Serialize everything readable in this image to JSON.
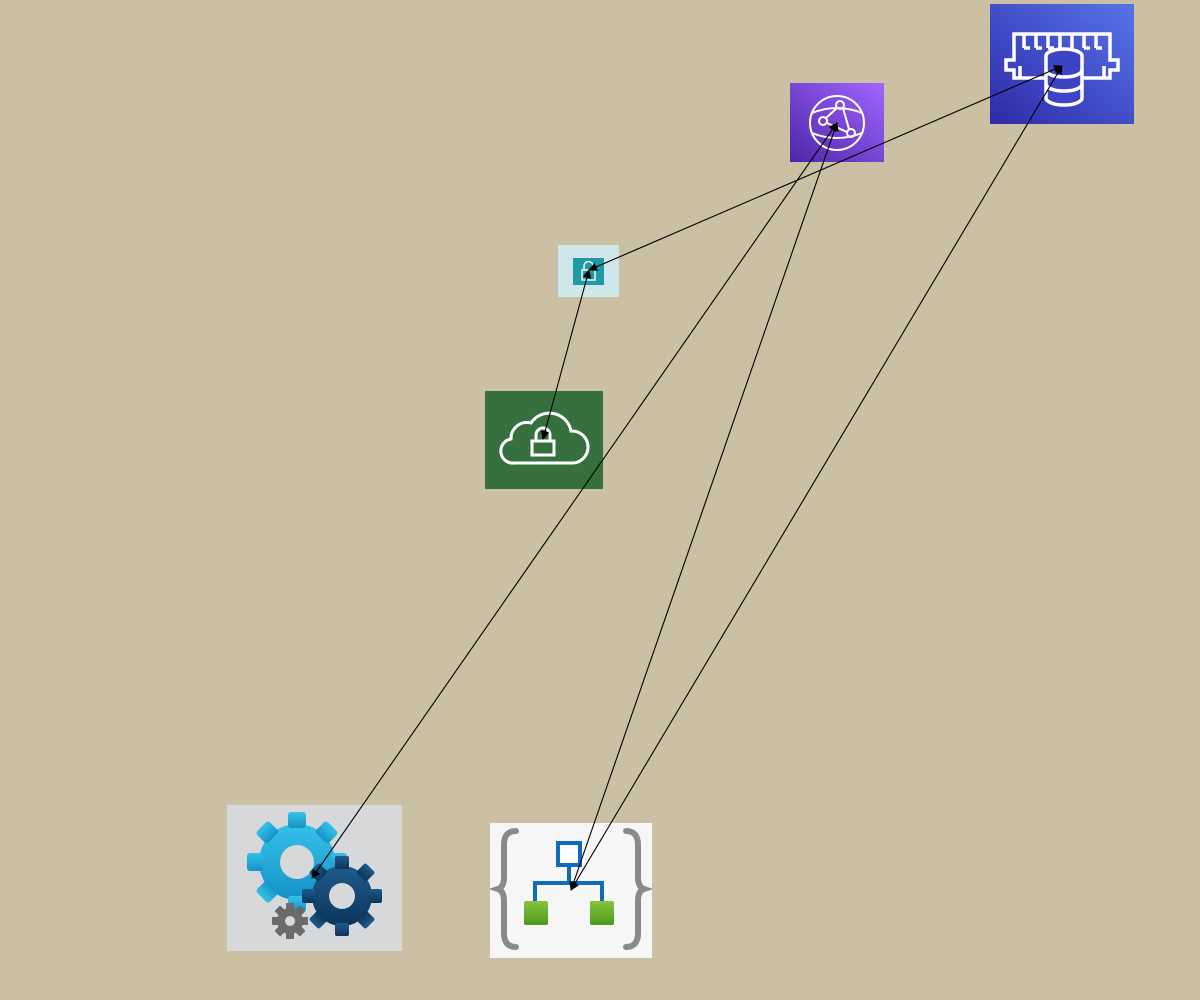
{
  "diagram": {
    "background": "#cbc0a4",
    "edge_color": "#000000",
    "nodes": [
      {
        "id": "rds-proxy",
        "icon": "aws-rds-proxy-icon",
        "color": "#3f48c4"
      },
      {
        "id": "cloudfront",
        "icon": "aws-cloudfront-icon",
        "color": "#6a3fc4"
      },
      {
        "id": "secrets",
        "icon": "secret-lock-icon",
        "color": "#1f9aa3"
      },
      {
        "id": "vpn-cloud",
        "icon": "cloud-lock-icon",
        "color": "#36703f"
      },
      {
        "id": "gears",
        "icon": "gears-settings-icon",
        "color": "#1ba3d6"
      },
      {
        "id": "logic-app",
        "icon": "logic-app-braces-icon",
        "color": "#0f6cbd"
      }
    ],
    "edges": [
      {
        "from": "rds-proxy",
        "to": "secrets"
      },
      {
        "from": "secrets",
        "to": "vpn-cloud"
      },
      {
        "from": "gears",
        "to": "cloudfront"
      },
      {
        "from": "logic-app",
        "to": "cloudfront"
      },
      {
        "from": "logic-app",
        "to": "rds-proxy"
      }
    ]
  }
}
